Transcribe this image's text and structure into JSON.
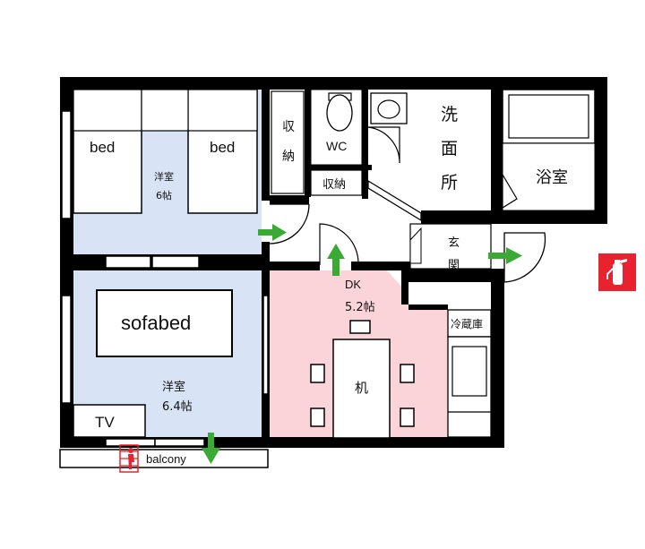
{
  "rooms": {
    "bedroom_top": {
      "furniture_left": "bed",
      "furniture_right": "bed",
      "name": "洋室",
      "size": "6帖"
    },
    "bedroom_bottom": {
      "furniture": "sofabed",
      "tv": "TV",
      "name": "洋室",
      "size": "6.4帖"
    },
    "dk": {
      "name": "DK",
      "size": "5.2帖",
      "table": "机"
    },
    "storage_tall": "収\n納",
    "storage_small": "収納",
    "wc": "WC",
    "washroom": "洗\n面\n所",
    "bath": "浴室",
    "entrance": "玄\n関",
    "fridge": "冷蔵庫",
    "balcony": "balcony"
  },
  "colors": {
    "bedroom_fill": "#d8e4f5",
    "dk_fill": "#fad4d8",
    "arrow": "#3aaa35",
    "extinguisher": "#e8222e",
    "wall": "#000000"
  },
  "icons": [
    "fire-extinguisher-icon",
    "escape-ladder-icon",
    "exit-arrow-icon"
  ]
}
